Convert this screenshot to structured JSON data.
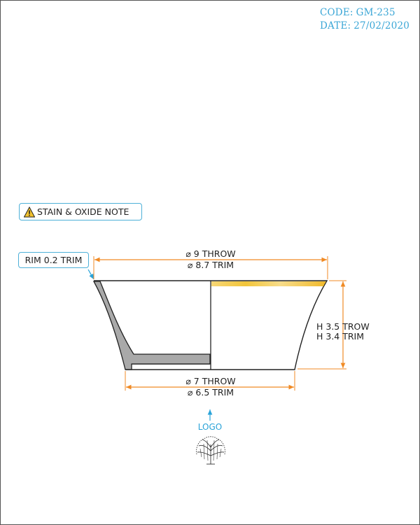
{
  "header": {
    "code_label": "CODE:",
    "code_value": "GM-235",
    "date_label": "DATE:",
    "date_value": "27/02/2020"
  },
  "notes": {
    "stain_note": "STAIN & OXIDE NOTE",
    "rim_note": "RIM 0.2 TRIM"
  },
  "dimensions": {
    "top_throw": "⌀ 9 THROW",
    "top_trim": "⌀ 8.7 TRIM",
    "height_throw": "H 3.5 TROW",
    "height_trim": "H 3.4 TRIM",
    "bottom_throw": "⌀ 7 THROW",
    "bottom_trim": "⌀ 6.5 TRIM"
  },
  "logo": {
    "label": "LOGO"
  },
  "colors": {
    "accent_blue": "#3aa6d6",
    "dimension_orange": "#f08a24",
    "section_gray": "#a9a9a9",
    "glaze_yellow": "#f2c53a"
  },
  "icons": {
    "warning": "warning-triangle-icon",
    "logo": "tree-logo-icon"
  }
}
